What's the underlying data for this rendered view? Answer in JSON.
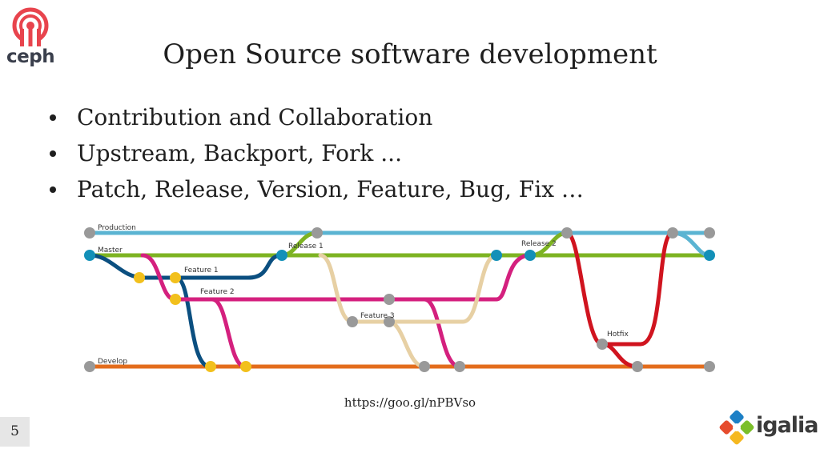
{
  "slide": {
    "title": "Open Source software development",
    "bullets": [
      "Contribution and Collaboration",
      "Upstream, Backport, Fork ...",
      "Patch, Release, Version, Feature, Bug, Fix …"
    ],
    "url": "https://goo.gl/nPBVso",
    "page_number": "5"
  },
  "logos": {
    "ceph": {
      "text": "ceph",
      "color": "#e8444d"
    },
    "igalia": {
      "text": "igalia"
    }
  },
  "diagram": {
    "labels": {
      "production": "Production",
      "master": "Master",
      "release1": "Release 1",
      "release2": "Release 2",
      "feature1": "Feature 1",
      "feature2": "Feature 2",
      "feature3": "Feature 3",
      "hotfix": "Hotfix",
      "develop": "Develop"
    },
    "colors": {
      "production": "#5bb4d2",
      "master": "#7db322",
      "develop": "#e36c1c",
      "feature1": "#0b4f80",
      "feature2": "#d4207e",
      "release": "#e7d0a4",
      "hotfix": "#d0141f",
      "master_node": "#1390b8",
      "commit_node": "#999999",
      "merge_node": "#f2c01c"
    }
  }
}
